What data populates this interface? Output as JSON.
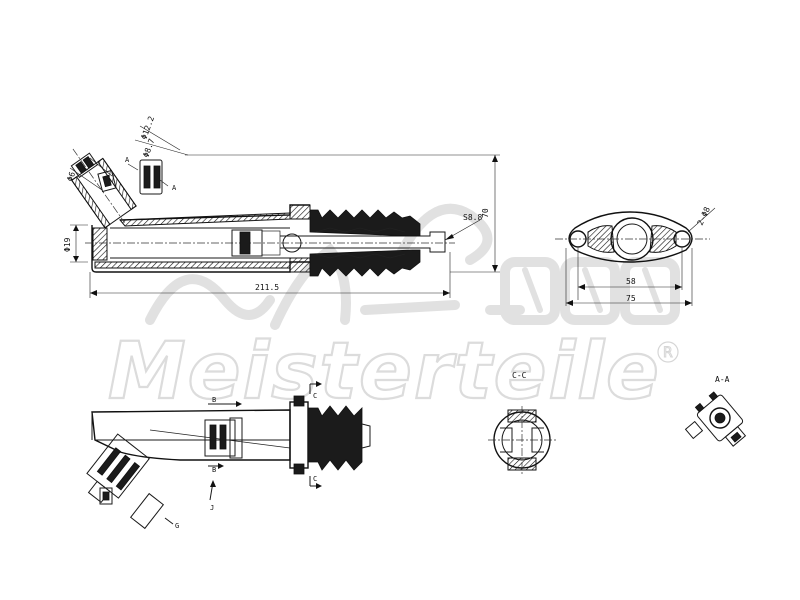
{
  "watermark": {
    "brand": "Meisterteile",
    "registered": "R"
  },
  "dimensions": {
    "overall_length": "211.5",
    "overall_height": "70",
    "boot_size": "S8.8",
    "bore_dia": "Φ19",
    "port_dia_outer": "Φ12.2",
    "port_dia_inner": "Φ8.7",
    "fitting_dia": "Φ6",
    "flange_inner": "58",
    "flange_outer": "75",
    "mount_holes": "2-Φ8"
  },
  "section_markers": {
    "a_top": "A",
    "a_bottom": "A",
    "b_top": "B",
    "b_bottom": "B",
    "c_top": "C",
    "c_bottom": "C",
    "g": "G",
    "j": "J"
  },
  "views": {
    "section_cc": "C-C",
    "section_aa": "A-A"
  }
}
